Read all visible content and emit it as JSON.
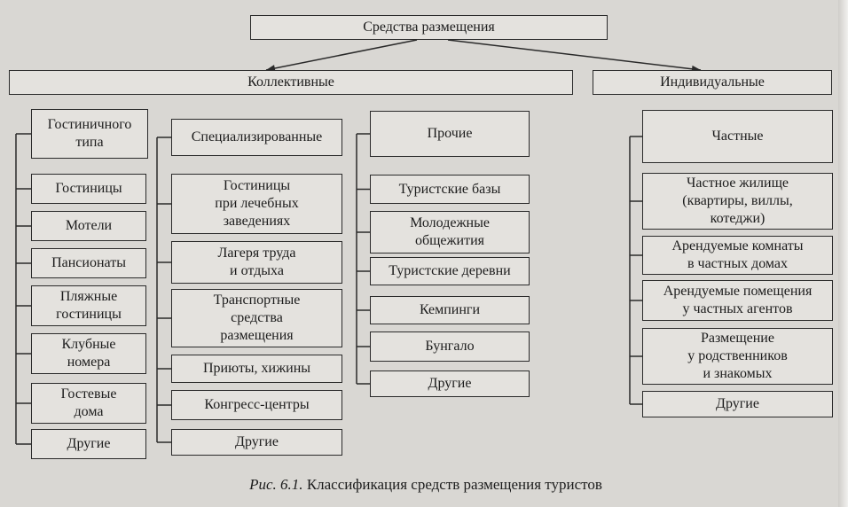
{
  "root": "Средства размещения",
  "groups": [
    {
      "id": "collective",
      "label": "Коллективные"
    },
    {
      "id": "individual",
      "label": "Индивидуальные"
    }
  ],
  "columns": [
    {
      "id": "hotel-type",
      "label": "Гостиничного\nтипа",
      "items": [
        "Гостиницы",
        "Мотели",
        "Пансионаты",
        "Пляжные\nгостиницы",
        "Клубные\nномера",
        "Гостевые\nдома",
        "Другие"
      ]
    },
    {
      "id": "specialized",
      "label": "Специализированные",
      "items": [
        "Гостиницы\nпри лечебных\nзаведениях",
        "Лагеря труда\nи отдыха",
        "Транспортные\nсредства\nразмещения",
        "Приюты, хижины",
        "Конгресс-центры",
        "Другие"
      ]
    },
    {
      "id": "other",
      "label": "Прочие",
      "items": [
        "Туристские базы",
        "Молодежные\nобщежития",
        "Туристские деревни",
        "Кемпинги",
        "Бунгало",
        "Другие"
      ]
    },
    {
      "id": "private",
      "label": "Частные",
      "items": [
        "Частное жилище\n(квартиры, виллы,\nкотеджи)",
        "Арендуемые комнаты\nв частных домах",
        "Арендуемые помещения\nу частных агентов",
        "Размещение\nу родственников\nи знакомых",
        "Другие"
      ]
    }
  ],
  "caption": {
    "prefix": "Рис. 6.1.",
    "text": " Классификация средств размещения туристов"
  }
}
